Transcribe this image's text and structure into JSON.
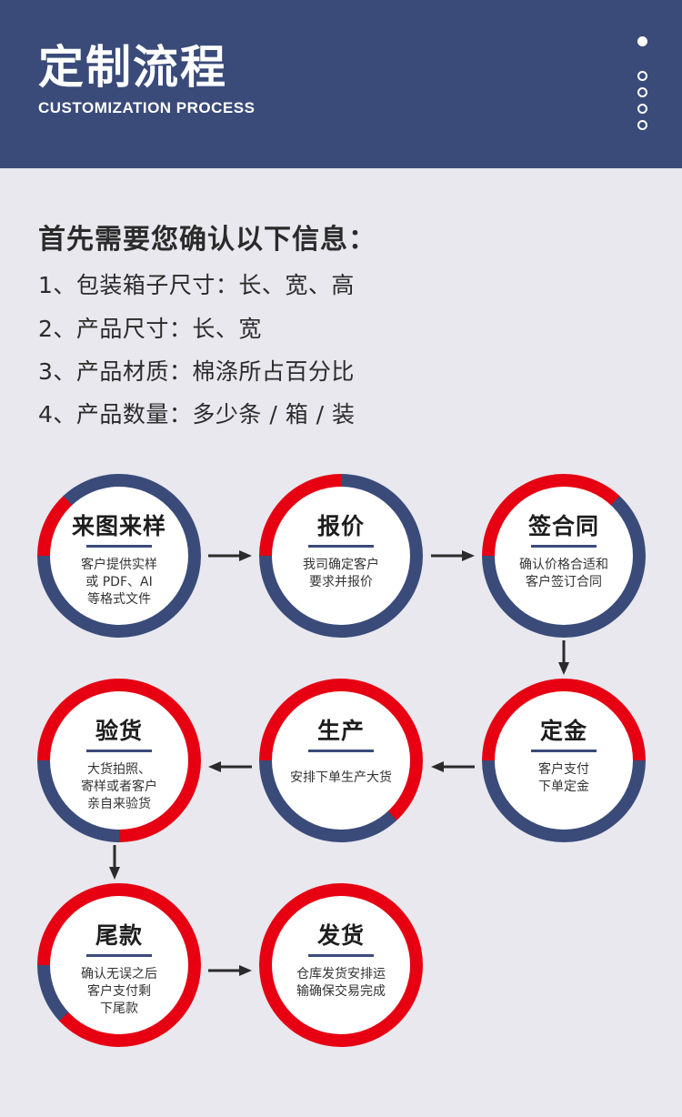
{
  "header": {
    "title": "定制流程",
    "subtitle": "CUSTOMIZATION PROCESS"
  },
  "info": {
    "heading": "首先需要您确认以下信息：",
    "items": [
      "1、包装箱子尺寸：长、宽、高",
      "2、产品尺寸：长、宽",
      "3、产品材质：棉涤所占百分比",
      "4、产品数量：多少条 / 箱 / 装"
    ]
  },
  "steps": [
    {
      "title": "来图来样",
      "desc": "客户提供实样\n或 PDF、AI\n等格式文件",
      "red_fraction": 0.13
    },
    {
      "title": "报价",
      "desc": "我司确定客户\n要求并报价",
      "red_fraction": 0.25
    },
    {
      "title": "签合同",
      "desc": "确认价格合适和\n客户签订合同",
      "red_fraction": 0.37
    },
    {
      "title": "定金",
      "desc": "客户支付\n下单定金",
      "red_fraction": 0.5
    },
    {
      "title": "生产",
      "desc": "安排下单生产大货",
      "red_fraction": 0.63
    },
    {
      "title": "验货",
      "desc": "大货拍照、\n寄样或者客户\n亲自来验货",
      "red_fraction": 0.75
    },
    {
      "title": "尾款",
      "desc": "确认无误之后\n客户支付剩\n下尾款",
      "red_fraction": 0.88
    },
    {
      "title": "发货",
      "desc": "仓库发货安排运\n输确保交易完成",
      "red_fraction": 1.0
    }
  ],
  "colors": {
    "navy": "#3a4b7a",
    "red": "#e60012",
    "background": "#e8e8ee",
    "arrow": "#2b2b2b"
  },
  "icons": {
    "header_dots": [
      "filled-dot",
      "hollow-dot",
      "hollow-dot",
      "hollow-dot",
      "hollow-dot"
    ],
    "arrows": [
      "arrow-right",
      "arrow-right",
      "arrow-down",
      "arrow-left",
      "arrow-left",
      "arrow-down",
      "arrow-right"
    ]
  }
}
